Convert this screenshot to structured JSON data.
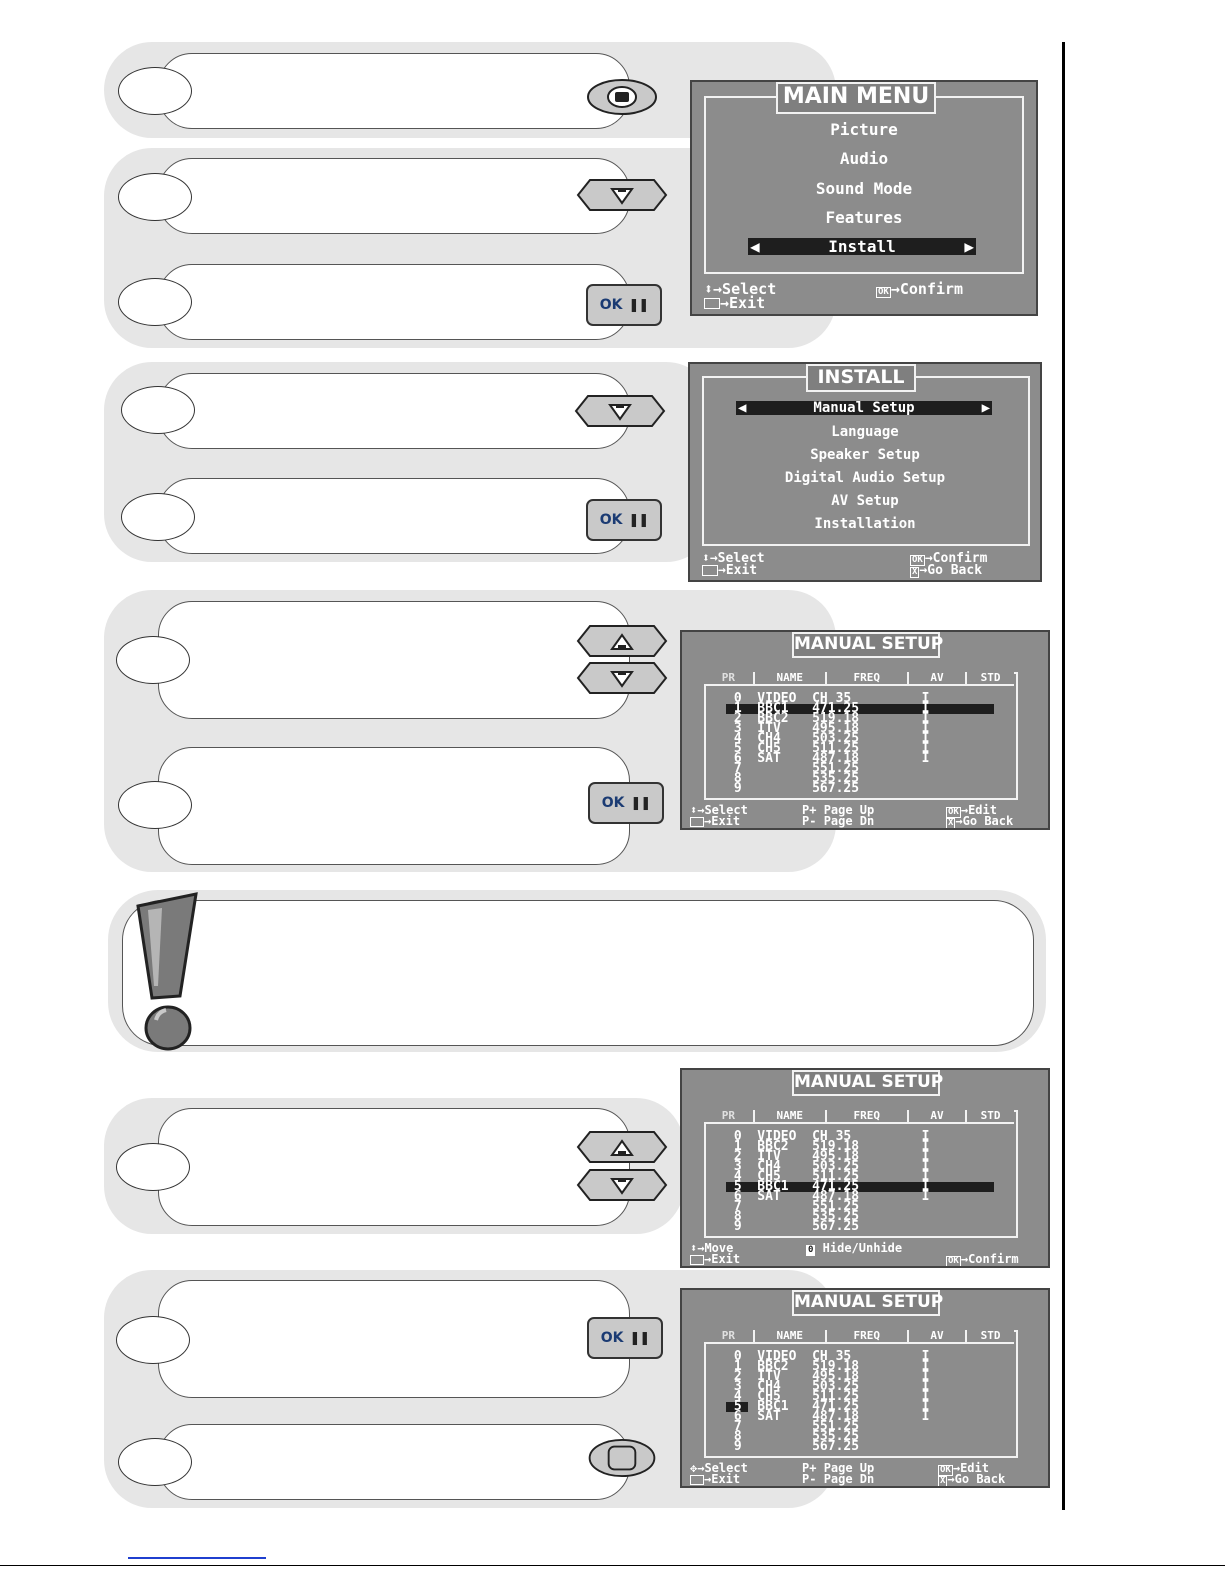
{
  "main_menu": {
    "title": "MAIN MENU",
    "items": [
      "Picture",
      "Audio",
      "Sound Mode",
      "Features",
      "Install"
    ],
    "selected": "Install",
    "footer": {
      "select": "→Select",
      "confirm": "→Confirm",
      "exit": "→Exit",
      "ok_key": "OK"
    }
  },
  "install_menu": {
    "title": "INSTALL",
    "items": [
      "Manual Setup",
      "Language",
      "Speaker Setup",
      "Digital Audio Setup",
      "AV Setup",
      "Installation"
    ],
    "selected": "Manual Setup",
    "footer": {
      "select": "→Select",
      "confirm": "→Confirm",
      "exit": "→Exit",
      "go_back": "→Go Back",
      "ok_key": "OK",
      "x_key": "X"
    }
  },
  "buttons": {
    "ok_label": "OK"
  },
  "manual_setup": {
    "title": "MANUAL SETUP",
    "columns": [
      "PR",
      "NAME",
      "FREQ",
      "AV",
      "STD"
    ],
    "screen1": {
      "rows": [
        " 0  VIDEO  CH 35         I",
        " 1  BBC1   471.25        I",
        " 2  BBC2   519.18        I",
        " 3  ITV    495.18        I",
        " 4  CH4    503.25        I",
        " 5  CH5    511.25        I",
        " 6  SAT    487.18        I",
        " 7         551.25",
        " 8         535.25",
        " 9         567.25"
      ],
      "footer": {
        "select": "→Select",
        "p_plus": "P+",
        "page_up": "Page Up",
        "edit": "→Edit",
        "exit": "→Exit",
        "p_minus": "P-",
        "page_dn": "Page Dn",
        "go_back": "→Go Back"
      }
    },
    "screen2": {
      "rows": [
        " 0  VIDEO  CH 35         I",
        " 1  BBC2   519.18        I",
        " 2  ITV    495.18        I",
        " 3  CH4    503.25        I",
        " 4  CH5    511.25        I",
        " 5  BBC1   471.25        I",
        " 6  SAT    487.18        I",
        " 7         551.25",
        " 8         535.25",
        " 9         567.25"
      ],
      "footer": {
        "move": "→Move",
        "zero_key": "0",
        "hide": "Hide/Unhide",
        "exit": "→Exit",
        "confirm": "→Confirm"
      }
    },
    "screen3": {
      "rows": [
        " 0  VIDEO  CH 35         I",
        " 1  BBC2   519.18        I",
        " 2  ITV    495.18        I",
        " 3  CH4    503.25        I",
        " 4  CH5    511.25        I",
        " 5  BBC1   471.25        I",
        " 6  SAT    487.18        I",
        " 7         551.25",
        " 8         535.25",
        " 9         567.25"
      ],
      "footer": {
        "select": "→Select",
        "p_plus": "P+",
        "page_up": "Page Up",
        "edit": "→Edit",
        "exit": "→Exit",
        "p_minus": "P-",
        "page_dn": "Page Dn",
        "go_back": "→Go Back"
      }
    }
  }
}
